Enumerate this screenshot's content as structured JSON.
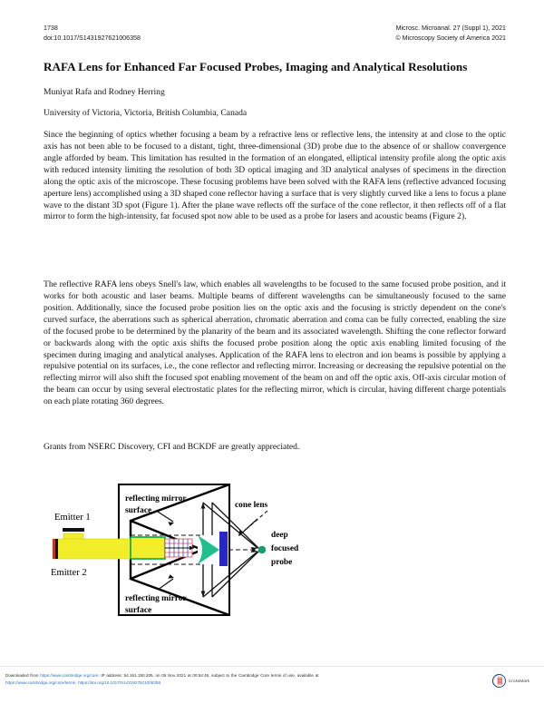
{
  "running_head": {
    "page_number": "1738",
    "doi": "doi:10.1017/S1431927621006358",
    "journal_line": "Microsc. Microanal. 27 (Suppl 1), 2021",
    "copyright_line": "© Microscopy Society of America 2021"
  },
  "article": {
    "title": "RAFA Lens for Enhanced Far Focused Probes, Imaging and Analytical Resolutions",
    "authors": "Muniyat Rafa and Rodney Herring",
    "affiliation": "University of Victoria, Victoria, British Columbia, Canada",
    "paragraphs": [
      "Since the beginning of optics whether focusing a beam by a refractive lens or reflective lens, the intensity at and close to the optic axis has not been able to be focused to a distant, tight, three-dimensional (3D) probe due to the absence of or shallow convergence angle afforded by beam. This limitation has resulted in the formation of an elongated, elliptical intensity profile along the optic axis with reduced intensity limiting the resolution of both 3D optical imaging and 3D analytical analyses of specimens in the direction along the optic axis of the microscope. These focusing problems have been solved with the RAFA lens (reflective advanced focusing aperture lens) accomplished using a 3D shaped cone reflector having a surface that is very slightly curved like a lens to focus a plane wave to the distant 3D spot (Figure 1). After the plane wave reflects off the surface of the cone reflector, it then reflects off of a flat mirror to form the high-intensity, far focused spot now able to be used as a probe for lasers and acoustic beams (Figure 2).",
      "The reflective RAFA lens obeys Snell's law, which enables all wavelengths to be focused to the same focused probe position, and it works for both acoustic and laser beams. Multiple beams of different wavelengths can be simultaneously focused to the same position. Additionally, since the focused probe position lies on the optic axis and the focusing is strictly dependent on the cone's curved surface, the aberrations such as spherical aberration, chromatic aberration and coma can be fully corrected, enabling the size of the focused probe to be determined by the planarity of the beam and its associated wavelength. Shifting the cone reflector forward or backwards along with the optic axis shifts the focused probe position along the optic axis enabling limited focusing of the specimen during imaging and analytical analyses. Application of the RAFA lens to electron and ion beams is possible by applying a repulsive potential on its surfaces, i.e., the cone reflector and reflecting mirror. Increasing or decreasing the repulsive potential on the reflecting mirror will also shift the focused spot enabling movement of the beam on and off the optic axis. Off-axis circular motion of the beam can occur by using several electrostatic plates for the reflecting mirror, which is circular, having different charge potentials on each plate rotating 360 degrees.",
      "Grants from NSERC Discovery, CFI and BCKDF are greatly appreciated."
    ]
  },
  "figure": {
    "labels": {
      "emitter_1": "Emitter 1",
      "emitter_2": "Emitter 2",
      "reflecting_mirror_top_line1": "reflecting mirror",
      "reflecting_mirror_top_line2": "surface",
      "reflecting_mirror_bottom_line1": "reflecting mirror",
      "reflecting_mirror_bottom_line2": "surface",
      "cone_lens": "cone lens",
      "deep_focused_probe_line1": "deep",
      "deep_focused_probe_line2": "focused",
      "deep_focused_probe_line3": "probe"
    },
    "colors": {
      "beam": "#f2ee2a",
      "beam_outline": "#00a94f",
      "cone_reflector": "#1fc08a",
      "lens_plate": "#2727c8",
      "focus_point": "#13a06b",
      "aperture_red": "#e04a4a",
      "aperture_blue": "#3a46c8",
      "emitter_black": "#111111",
      "emitter_red": "#d42a2a",
      "outline": "#000000"
    }
  },
  "footer": {
    "line1_prefix": "Downloaded from ",
    "line1_link": "https://www.cambridge.org/core",
    "line1_middle": ". IP address: 54.161.150.205, on 05 Nov 2021 at 00:54:45, subject to the Cambridge Core terms of use, available at",
    "line2_link": "https://www.cambridge.org/core/terms",
    "line2_middle": ". ",
    "line2_link2": "https://doi.org/10.1017/S1431927621006358",
    "crossmark_label": "CrossMark"
  }
}
